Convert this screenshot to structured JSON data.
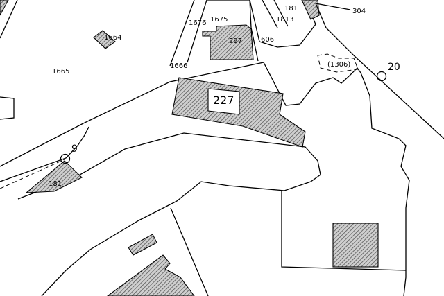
{
  "map": {
    "parcel_labels": [
      "1665",
      "1664",
      "1666",
      "1676",
      "1675",
      "297",
      "606",
      "181",
      "1813",
      "304",
      "(1306)",
      "227",
      "181"
    ],
    "point_labels": [
      "9",
      "20"
    ],
    "colors": {
      "line": "#000000",
      "background": "#ffffff",
      "hatch": "#555555"
    }
  }
}
